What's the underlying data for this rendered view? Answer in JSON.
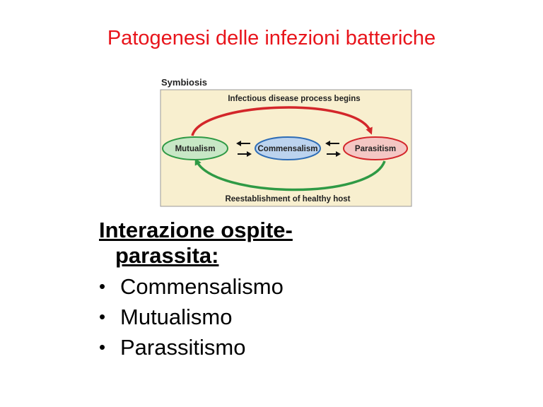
{
  "slide": {
    "title": "Patogenesi delle infezioni batteriche"
  },
  "diagram": {
    "panel_title": "Symbiosis",
    "top_arrow_label": "Infectious disease process begins",
    "bottom_arrow_label": "Reestablishment of healthy host",
    "nodes": {
      "mutualism": "Mutualism",
      "commensalism": "Commensalism",
      "parasitism": "Parasitism"
    },
    "colors": {
      "panel_fill": "#f8efcf",
      "mutualism_fill": "#c8e7c6",
      "mutualism_stroke": "#2f9a45",
      "commensalism_fill": "#bcd3ee",
      "commensalism_stroke": "#2d6cb6",
      "parasitism_fill": "#f4c7c4",
      "parasitism_stroke": "#d3262a",
      "top_arrow": "#d3262a",
      "bottom_arrow": "#2f9a45"
    }
  },
  "content": {
    "heading_line1": "Interazione ospite-",
    "heading_line2": "parassita:",
    "bullets": [
      "Commensalismo",
      "Mutualismo",
      "Parassitismo"
    ]
  }
}
